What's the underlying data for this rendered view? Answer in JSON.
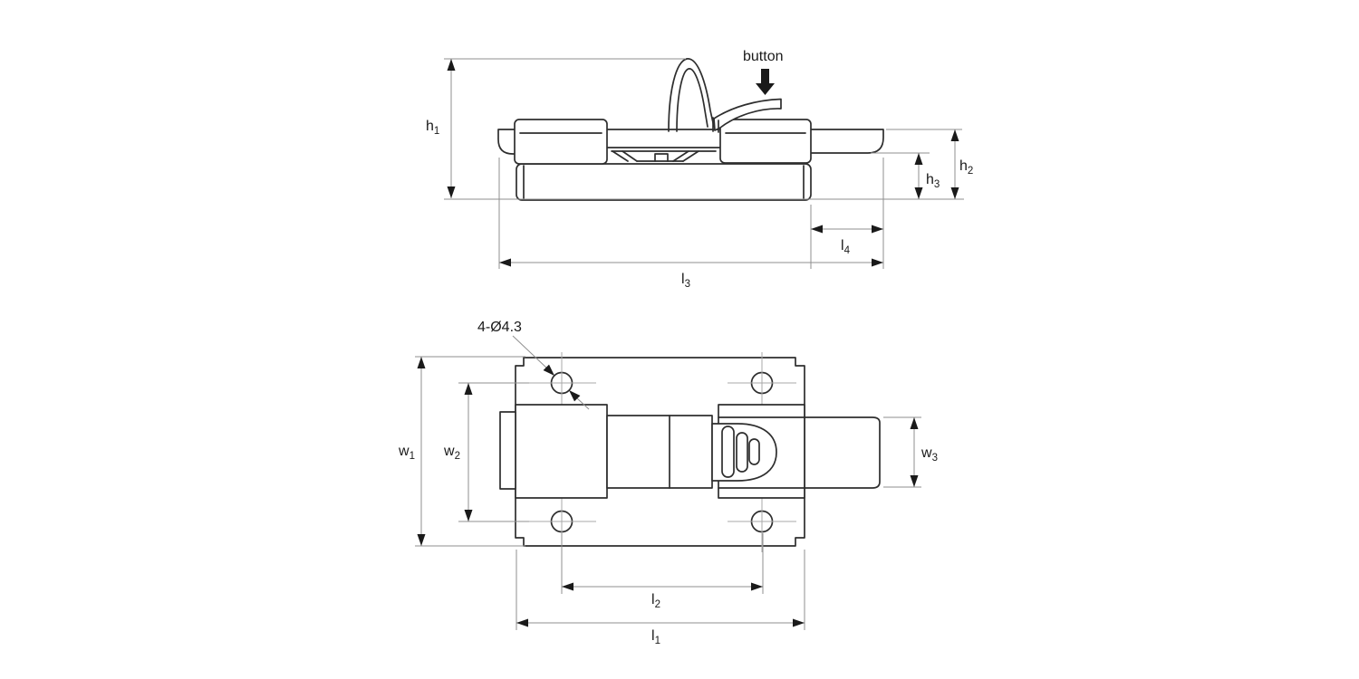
{
  "colors": {
    "background": "#ffffff",
    "object_line": "#2e2e2e",
    "dim_line": "#8f8f8f",
    "crosshair": "#a8a8a8",
    "arrow": "#1a1a1a",
    "text": "#1a1a1a"
  },
  "annotations": {
    "button": "button",
    "hole_callout": "4-Ø4.3"
  },
  "labels": {
    "h1": {
      "base": "h",
      "sub": "1"
    },
    "h2": {
      "base": "h",
      "sub": "2"
    },
    "h3": {
      "base": "h",
      "sub": "3"
    },
    "l1": {
      "base": "l",
      "sub": "1"
    },
    "l2": {
      "base": "l",
      "sub": "2"
    },
    "l3": {
      "base": "l",
      "sub": "3"
    },
    "l4": {
      "base": "l",
      "sub": "4"
    },
    "w1": {
      "base": "w",
      "sub": "1"
    },
    "w2": {
      "base": "w",
      "sub": "2"
    },
    "w3": {
      "base": "w",
      "sub": "3"
    }
  }
}
